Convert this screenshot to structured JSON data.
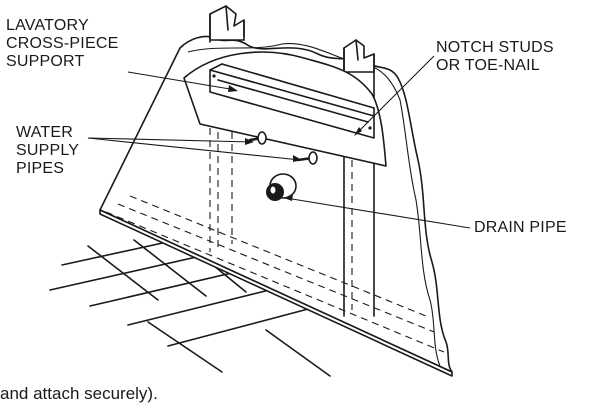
{
  "labels": {
    "lavatory_support": "LAVATORY\nCROSS-PIECE\nSUPPORT",
    "notch_studs": "NOTCH STUDS\nOR TOE-NAIL",
    "water_supply": "WATER\nSUPPLY\nPIPES",
    "drain_pipe": "DRAIN PIPE"
  },
  "caption": "and attach securely)."
}
